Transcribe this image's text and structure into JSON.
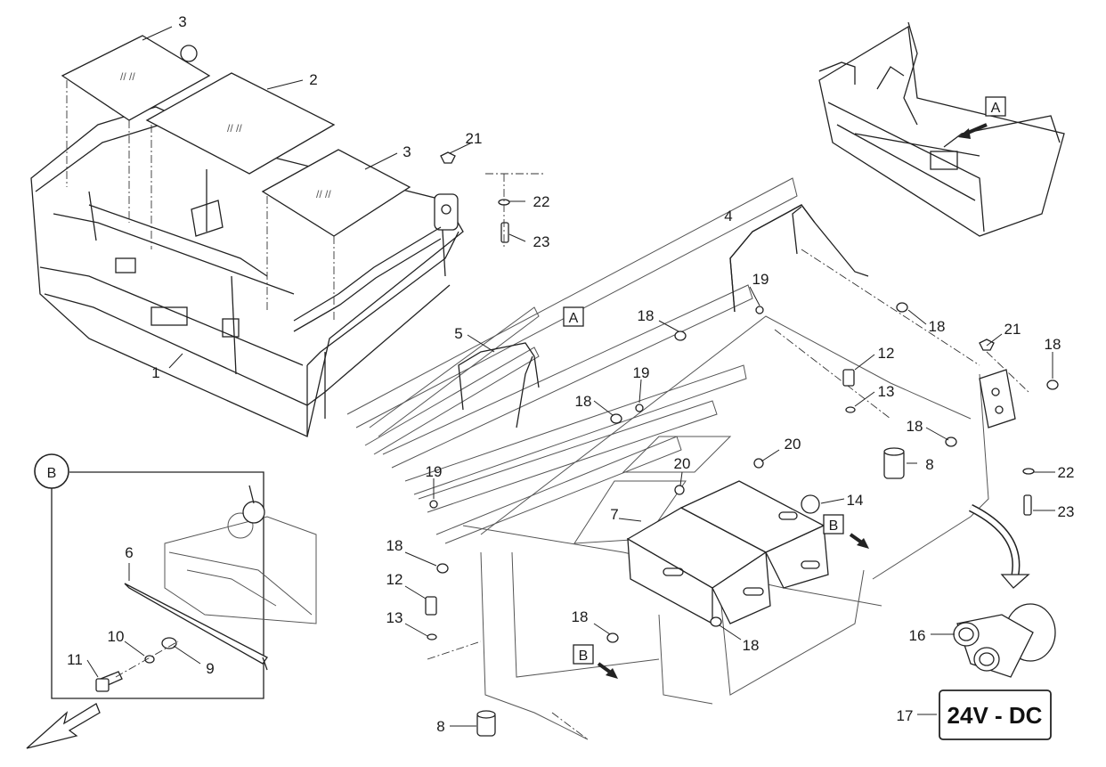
{
  "callouts": {
    "c1": "1",
    "c2": "2",
    "c3a": "3",
    "c3b": "3",
    "c4": "4",
    "c5": "5",
    "c6": "6",
    "c7": "7",
    "c8a": "8",
    "c8b": "8",
    "c9": "9",
    "c10": "10",
    "c11": "11",
    "c12a": "12",
    "c12b": "12",
    "c13a": "13",
    "c13b": "13",
    "c14": "14",
    "c16": "16",
    "c17": "17",
    "c18a": "18",
    "c18b": "18",
    "c18c": "18",
    "c18d": "18",
    "c18e": "18",
    "c18f": "18",
    "c18g": "18",
    "c18h": "18",
    "c19a": "19",
    "c19b": "19",
    "c19c": "19",
    "c20a": "20",
    "c20b": "20",
    "c21a": "21",
    "c21b": "21",
    "c22a": "22",
    "c22b": "22",
    "c23a": "23",
    "c23b": "23"
  },
  "view_labels": {
    "a_top": "A",
    "a_mid": "A",
    "b_circle": "B",
    "b_mid": "B",
    "b_bottom": "B"
  },
  "voltage_label": "24V - DC"
}
